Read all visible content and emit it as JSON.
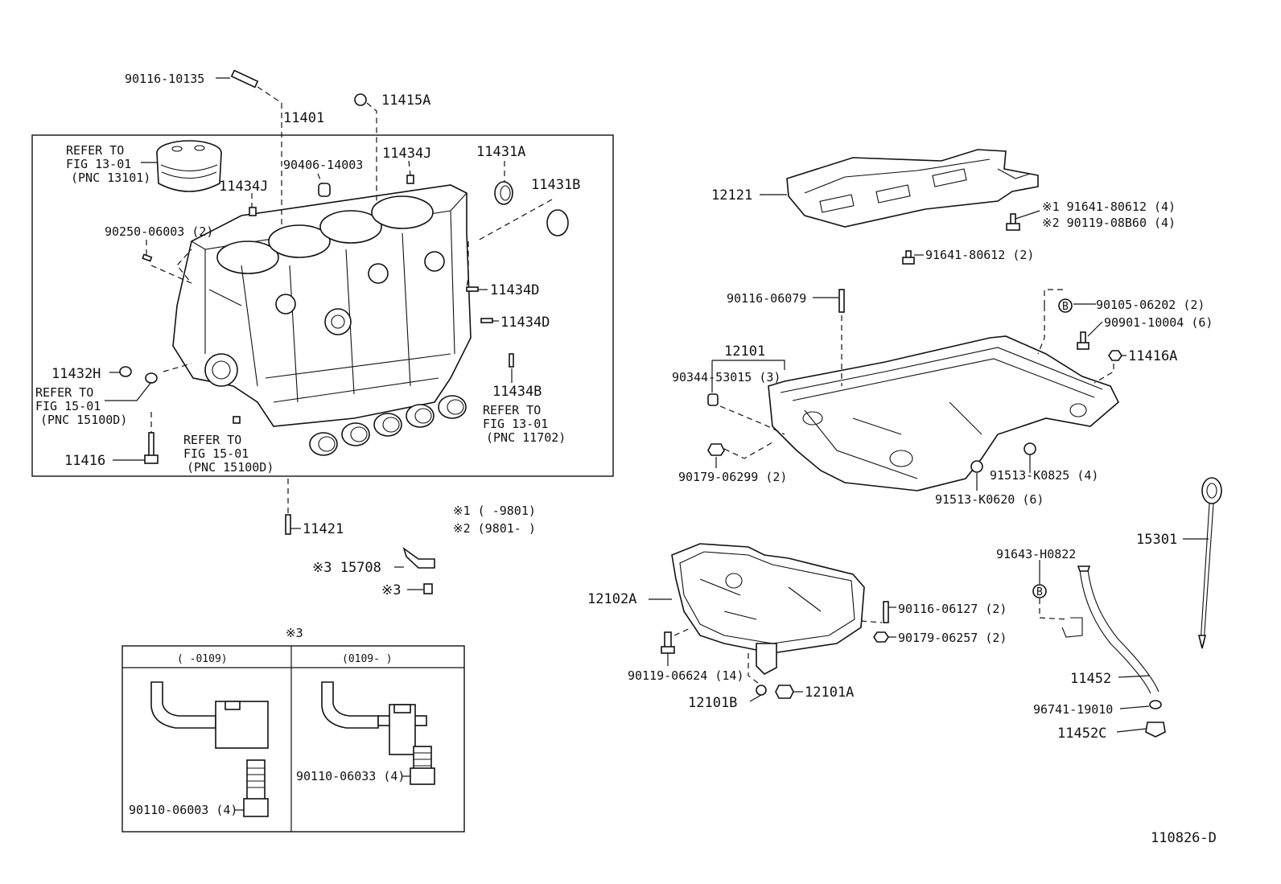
{
  "parts": {
    "p90116_10135": "90116-10135",
    "p11415A": "11415A",
    "p11401": "11401",
    "refer_piston_1": "REFER TO",
    "refer_piston_2": "FIG 13-01",
    "refer_piston_3": "(PNC 13101)",
    "p90406_14003": "90406-14003",
    "p11434J_a": "11434J",
    "p11434J_b": "11434J",
    "p11431A": "11431A",
    "p11431B": "11431B",
    "p90250_06003": "90250-06003 (2)",
    "p11434D_a": "11434D",
    "p11434D_b": "11434D",
    "p11432H": "11432H",
    "refer_fig15_1": "REFER TO",
    "refer_fig15_2": "FIG 15-01",
    "refer_fig15_3": "(PNC 15100D)",
    "p11434B": "11434B",
    "refer_bearing_1": "REFER TO",
    "refer_bearing_2": "FIG 13-01",
    "refer_bearing_3": "(PNC 11702)",
    "refer_fig15b_1": "REFER TO",
    "refer_fig15b_2": "FIG 15-01",
    "refer_fig15b_3": "(PNC 15100D)",
    "p11416": "11416",
    "p11421": "11421",
    "note1": "※1 (      -9801)",
    "note2": "※2 (9801-      )",
    "p15708": "※3 15708",
    "p_star3": "※3",
    "inset_title": "※3",
    "inset_col1": "(      -0109)",
    "inset_col2": "(0109-      )",
    "p90110_06003": "90110-06003 (4)",
    "p90110_06033": "90110-06033 (4)",
    "p12121": "12121",
    "p91641_80612_4": "※1  91641-80612 (4)",
    "p90119_08B60_4": "※2  90119-08B60 (4)",
    "p91641_80612_2": "91641-80612 (2)",
    "p90116_06079": "90116-06079",
    "p90105_06202": "90105-06202 (2)",
    "p90901_10004": "90901-10004 (6)",
    "p11416A": "11416A",
    "p12101": "12101",
    "p90344_53015": "90344-53015 (3)",
    "p90179_06299": "90179-06299 (2)",
    "p91513_K0825": "91513-K0825 (4)",
    "p91513_K0620": "91513-K0620 (6)",
    "p15301": "15301",
    "p91643_H0822": "91643-H0822",
    "p12102A": "12102A",
    "p90116_06127": "90116-06127 (2)",
    "p90179_06257": "90179-06257 (2)",
    "p90119_06624": "90119-06624 (14)",
    "p12101B": "12101B",
    "p12101A": "12101A",
    "p11452": "11452",
    "p96741_19010": "96741-19010",
    "p11452C": "11452C",
    "circle_B": "B",
    "fig_code": "110826-D"
  }
}
